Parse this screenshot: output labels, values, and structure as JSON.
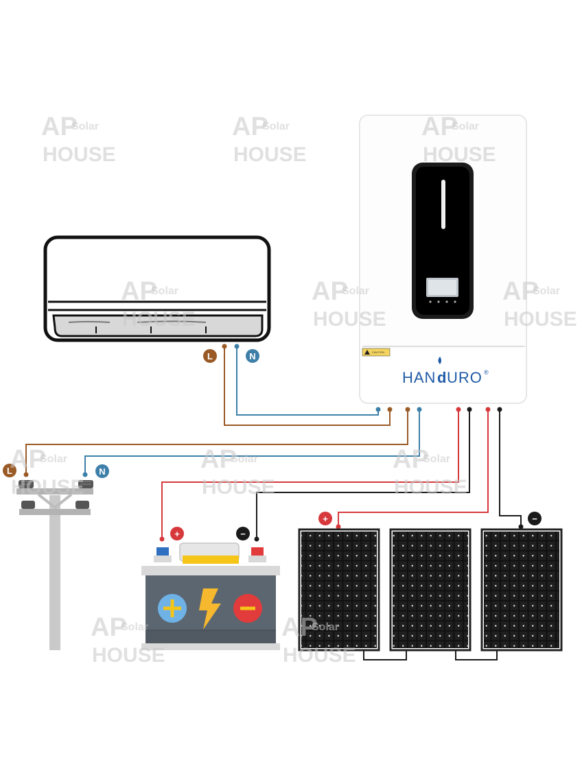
{
  "brand": {
    "name_left": "HAN",
    "name_mid": "d",
    "name_right": "URO",
    "registered": "®",
    "caution_label": "CAUTION",
    "color": "#1f5aa6"
  },
  "watermark": {
    "big": "AP",
    "small": "Solar",
    "word": "HOUSE"
  },
  "terminals": {
    "line": "L",
    "neutral": "N",
    "positive": "+",
    "negative": "−"
  },
  "colors": {
    "live_wire": "#9a5a26",
    "neutral_wire": "#3d7fa8",
    "positive_wire": "#d6383b",
    "negative_wire": "#1a1a1a",
    "battery_positive": "#e23b3b",
    "battery_negative": "#2f6fc0",
    "lightning": "#f5b82e"
  },
  "icons": [
    "air-conditioner-icon",
    "inverter-icon",
    "utility-pole-icon",
    "battery-icon",
    "solar-panel-icon",
    "lightning-icon"
  ]
}
